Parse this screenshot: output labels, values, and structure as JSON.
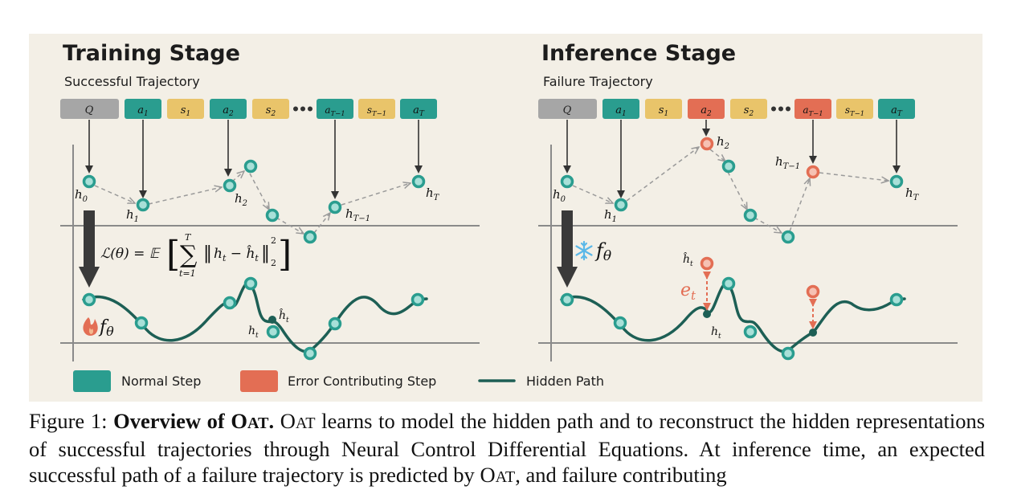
{
  "training": {
    "title": "Training Stage",
    "subtitle": "Successful Trajectory",
    "tokens": [
      "Q",
      "a1",
      "s1",
      "a2",
      "s2",
      "a_{T-1}",
      "s_{T-1}",
      "a_T"
    ],
    "hidden_labels": [
      "h0",
      "h1",
      "h2",
      "h_{T-1}",
      "h_T"
    ],
    "loss": "L(θ) = E[ Σ_{t=1}^{T} || h_t − ĥ_t ||²₂ ]",
    "model_label": "fθ",
    "path_labels": [
      "ĥt",
      "ht"
    ]
  },
  "inference": {
    "title": "Inference Stage",
    "subtitle": "Failure Trajectory",
    "tokens": [
      "Q",
      "a1",
      "s1",
      "a2",
      "s2",
      "a_{T-1}",
      "s_{T-1}",
      "a_T"
    ],
    "error_tokens": [
      "a2",
      "a_{T-1}"
    ],
    "hidden_labels": [
      "h0",
      "h1",
      "h2",
      "h_{T-1}",
      "h_T"
    ],
    "model_label": "fθ",
    "path_labels": [
      "ĥt",
      "et",
      "ht"
    ]
  },
  "legend": {
    "normal": "Normal Step",
    "error": "Error Contributing Step",
    "path": "Hidden Path"
  },
  "colors": {
    "normal": "#2a9d8f",
    "error": "#e36e54",
    "state": "#e9c46a",
    "query": "#a6a6a6",
    "path": "#1d5f55",
    "panel": "#f3efe6"
  },
  "caption": {
    "prefix": "Figure 1:",
    "bold_lead": "Overview of",
    "body": "learns to model the hidden path and to reconstruct the hidden representations of successful trajectories through Neural Control Differential Equations. At inference time, an expected successful path of a failure trajectory is predicted by",
    "tail": ", and failure contributing"
  }
}
